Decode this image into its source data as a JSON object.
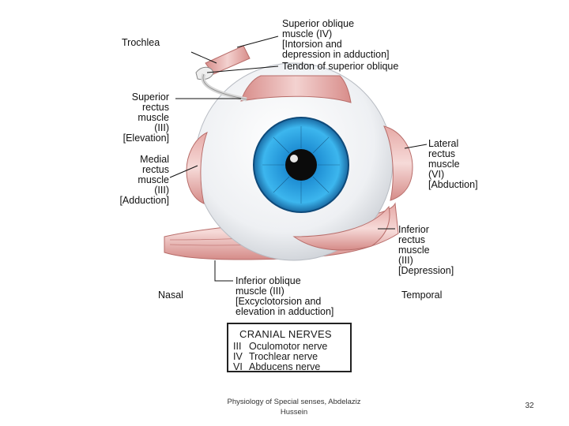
{
  "diagram": {
    "labels": {
      "superior_oblique": [
        "Superior oblique",
        "muscle (IV)",
        "[Intorsion and",
        "depression in adduction]"
      ],
      "trochlea": "Trochlea",
      "tendon_superior_oblique": "Tendon of superior oblique",
      "superior_rectus": [
        "Superior",
        "rectus",
        "muscle",
        "(III)",
        "[Elevation]"
      ],
      "medial_rectus": [
        "Medial",
        "rectus",
        "muscle",
        "(III)",
        "[Adduction]"
      ],
      "lateral_rectus": [
        "Lateral",
        "rectus",
        "muscle",
        "(VI)",
        "[Abduction]"
      ],
      "inferior_rectus": [
        "Inferior",
        "rectus",
        "muscle",
        "(III)",
        "[Depression]"
      ],
      "inferior_oblique": [
        "Inferior oblique",
        "muscle (III)",
        "[Excyclotorsion and",
        "elevation in adduction]"
      ],
      "nasal": "Nasal",
      "temporal": "Temporal"
    },
    "cranial_nerves": {
      "title": "CRANIAL NERVES",
      "rows": [
        {
          "num": "III",
          "name": "Oculomotor nerve"
        },
        {
          "num": "IV",
          "name": "Trochlear nerve"
        },
        {
          "num": "VI",
          "name": "Abducens nerve"
        }
      ]
    },
    "colors": {
      "muscle": "#d98e8e",
      "muscle_light": "#f3d2d0",
      "iris": "#29a8e6",
      "pupil": "#0b0b0b",
      "sclera": "#f4f5f7"
    }
  },
  "footer": {
    "text_line1": "Physiology of Special senses, Abdelaziz",
    "text_line2": "Hussein",
    "page_number": "32"
  }
}
